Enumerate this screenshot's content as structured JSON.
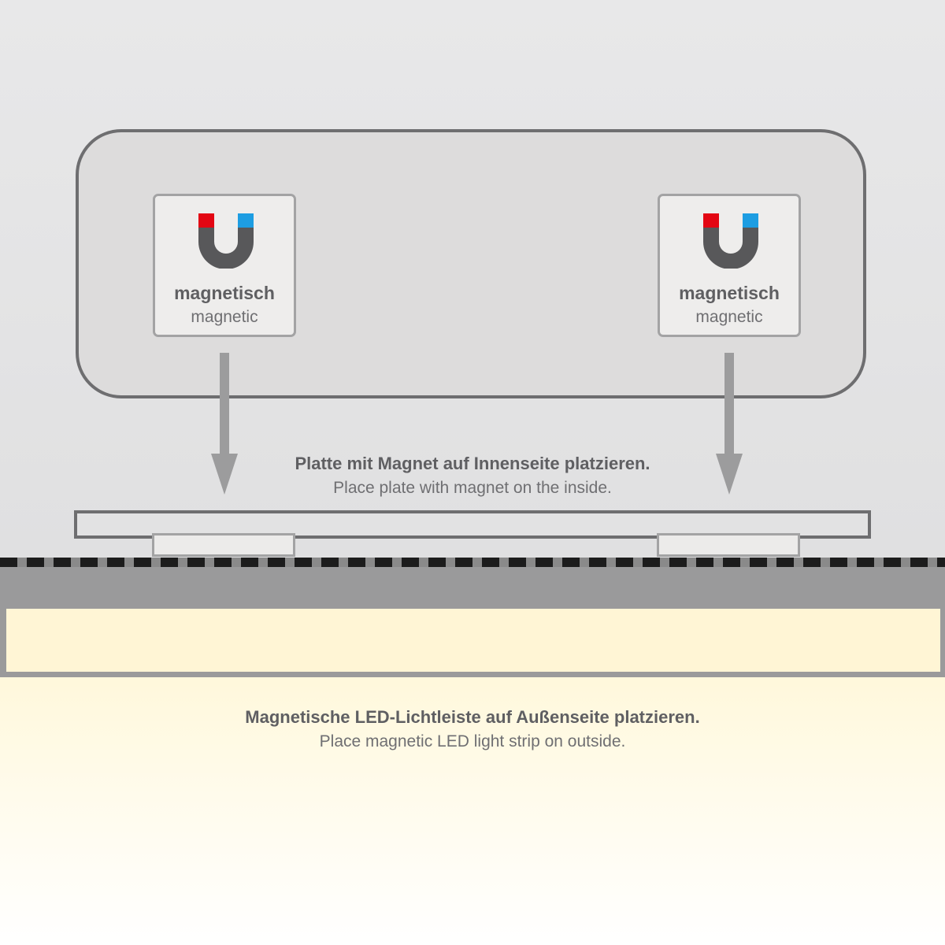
{
  "magnets": [
    {
      "title": "magnetisch",
      "subtitle": "magnetic",
      "icon": "horseshoe-magnet-icon"
    },
    {
      "title": "magnetisch",
      "subtitle": "magnetic",
      "icon": "horseshoe-magnet-icon"
    }
  ],
  "step_plate": {
    "title": "Platte mit Magnet auf Innenseite platzieren.",
    "subtitle": "Place plate with magnet on the inside."
  },
  "step_strip": {
    "title": "Magnetische LED-Lichtleiste auf Außenseite platzieren.",
    "subtitle": "Place magnetic LED light strip on outside."
  },
  "colors": {
    "magnet_body": "#58585a",
    "pole_north": "#e30613",
    "pole_south": "#1d9de2",
    "arrow": "#9c9c9d",
    "led_light": "#fff5d5"
  }
}
